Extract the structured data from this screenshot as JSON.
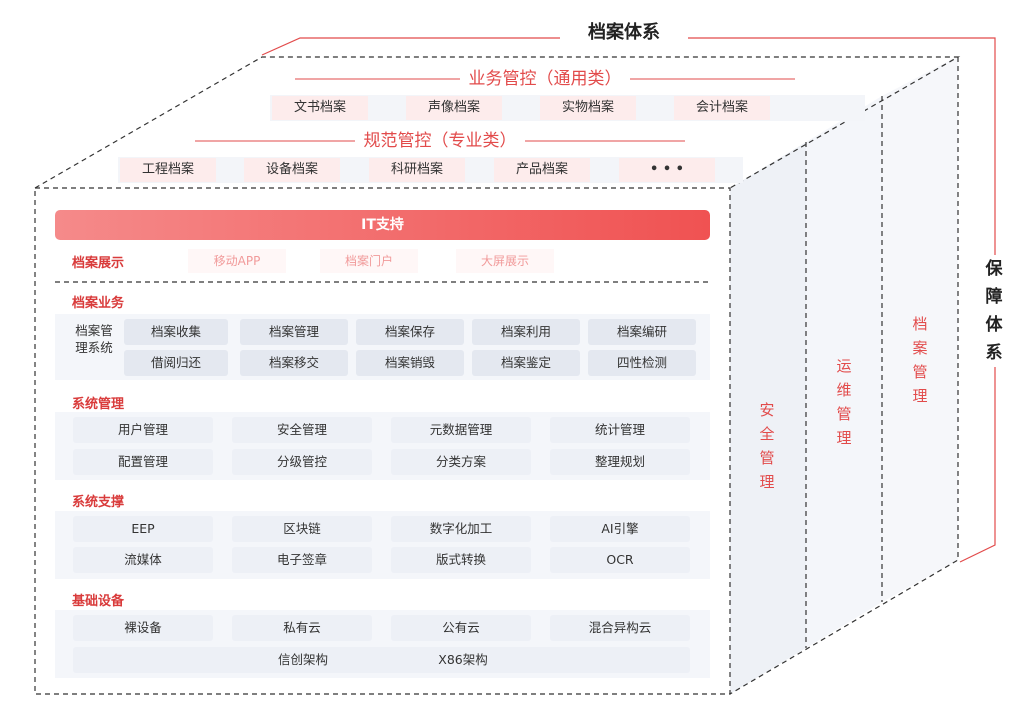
{
  "title": "档案体系",
  "side_title": "保障体系",
  "general_header": "业务管控（通用类）",
  "general_items": [
    "文书档案",
    "声像档案",
    "实物档案",
    "会计档案"
  ],
  "special_header": "规范管控（专业类）",
  "special_items": [
    "工程档案",
    "设备档案",
    "科研档案",
    "产品档案",
    "• • •"
  ],
  "it_support": "IT支持",
  "display": {
    "label": "档案展示",
    "items": [
      "移动APP",
      "档案门户",
      "大屏展示"
    ]
  },
  "business": {
    "label": "档案业务",
    "system_label": "档案管理系统",
    "rows": [
      [
        "档案收集",
        "档案管理",
        "档案保存",
        "档案利用",
        "档案编研"
      ],
      [
        "借阅归还",
        "档案移交",
        "档案销毁",
        "档案鉴定",
        "四性检测"
      ]
    ]
  },
  "sysmgmt": {
    "label": "系统管理",
    "rows": [
      [
        "用户管理",
        "安全管理",
        "元数据管理",
        "统计管理"
      ],
      [
        "配置管理",
        "分级管控",
        "分类方案",
        "整理规划"
      ]
    ]
  },
  "syssupport": {
    "label": "系统支撑",
    "rows": [
      [
        "EEP",
        "区块链",
        "数字化加工",
        "AI引擎"
      ],
      [
        "流媒体",
        "电子签章",
        "版式转换",
        "OCR"
      ]
    ]
  },
  "infra": {
    "label": "基础设备",
    "row1": [
      "裸设备",
      "私有云",
      "公有云",
      "混合异构云"
    ],
    "row2": [
      "信创架构",
      "X86架构"
    ]
  },
  "side_panels": [
    "安全管理",
    "运维管理",
    "档案管理"
  ],
  "colors": {
    "accent": "#e24b4b",
    "box": "#edf0f6",
    "panel": "#f4f6fa"
  }
}
